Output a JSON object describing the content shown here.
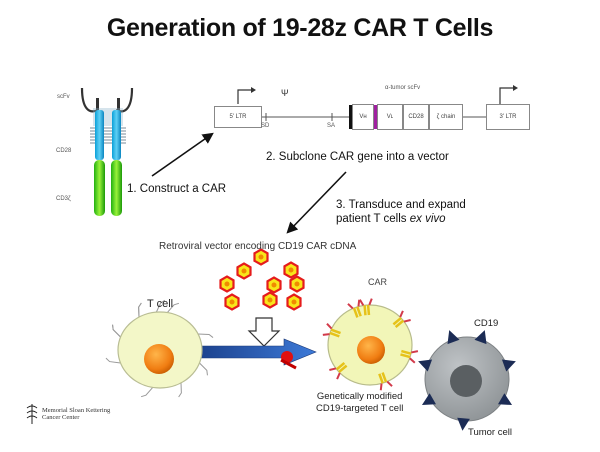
{
  "title": "Generation of 19-28z CAR T Cells",
  "car_construct_labels": {
    "scfv": "scFv",
    "cd28": "CD28",
    "cd3z": "CD3ζ"
  },
  "vector": {
    "psi": "Ψ",
    "scfv_header": "α-tumor scFv",
    "ltr5": "5' LTR",
    "sd": "SD",
    "sa": "SA",
    "vh": "Vʜ",
    "vl": "Vʟ",
    "cd28": "CD28",
    "zeta": "ζ chain",
    "ltr3": "3' LTR"
  },
  "steps": {
    "step1": "1. Construct a CAR",
    "step2": "2. Subclone CAR gene into a vector",
    "step3_line1": "3. Transduce and expand",
    "step3_line2_plain": "patient T cells ",
    "step3_line2_ital": "ex vivo"
  },
  "retroviral_label": "Retroviral vector encoding CD19 CAR cDNA",
  "cells": {
    "t_cell": "T cell",
    "car": "CAR",
    "modified_line1": "Genetically modified",
    "modified_line2": "CD19-targeted T cell",
    "cd19": "CD19",
    "tumor_cell": "Tumor cell"
  },
  "logo": {
    "line1": "Memorial Sloan Kettering",
    "line2": "Cancer Center"
  }
}
